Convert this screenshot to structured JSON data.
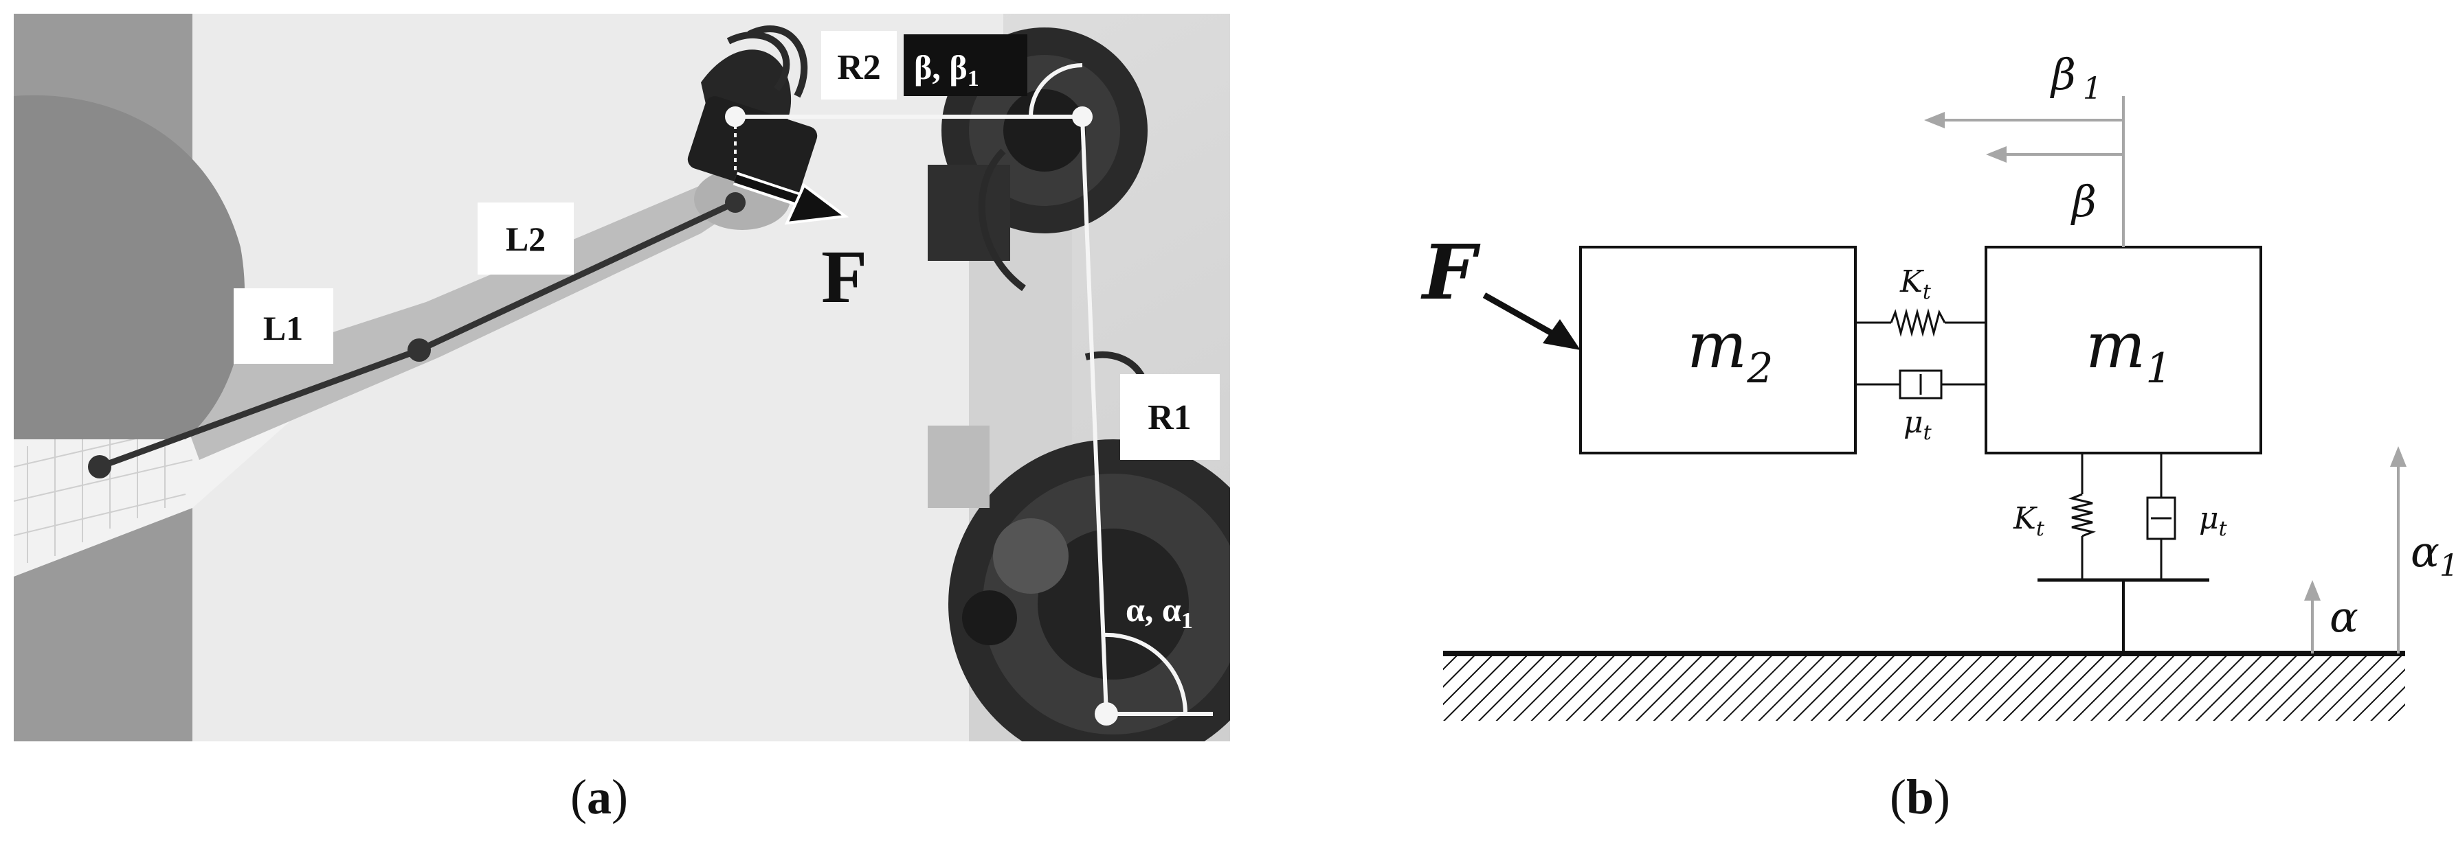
{
  "panel_a": {
    "labels": {
      "r2": "R2",
      "beta_beta1": "β, β",
      "beta_beta1_sub": "1",
      "l1": "L1",
      "l2": "L2",
      "r1": "R1",
      "alpha_alpha1": "α, α",
      "alpha_alpha1_sub": "1",
      "force": "F"
    },
    "caption": {
      "open": "(",
      "letter": "a",
      "close": ")"
    }
  },
  "panel_b": {
    "labels": {
      "force": "F",
      "m2": "m",
      "m2_sub": "2",
      "m1": "m",
      "m1_sub": "1",
      "kt_top": "K",
      "kt_top_sub": "t",
      "mut_top": "μ",
      "mut_top_sub": "t",
      "kt_bottom": "K",
      "kt_bottom_sub": "t",
      "mut_bottom": "μ",
      "mut_bottom_sub": "t",
      "beta": "β",
      "beta1": "β",
      "beta1_sub": "1",
      "alpha": "α",
      "alpha1": "α",
      "alpha1_sub": "1"
    },
    "caption": {
      "open": "(",
      "letter": "b",
      "close": ")"
    }
  },
  "colors": {
    "photo_bg": "#d9d9d9",
    "arm_line": "#333333",
    "robot_dark": "#1e1e1e",
    "face_blur": "#8a8a8a",
    "gray_arrow": "#a6a6a6",
    "ink": "#111111"
  }
}
